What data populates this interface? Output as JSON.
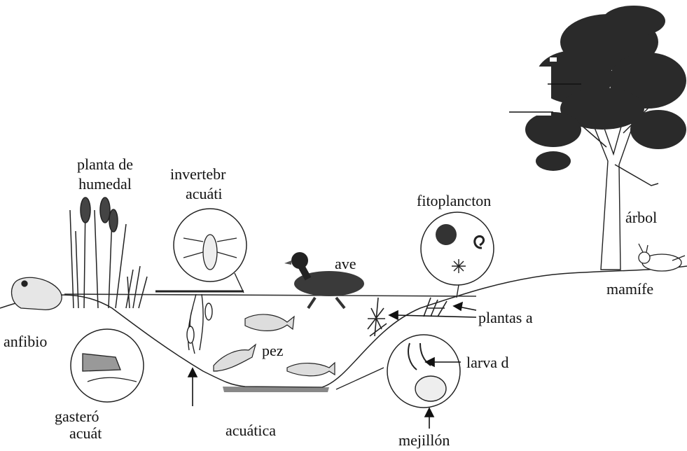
{
  "labels": {
    "planta_humedal_1": "planta de",
    "planta_humedal_2": "humedal",
    "invertebrado_1": "invertebr",
    "invertebrado_2": "acuáti",
    "fitoplancton": "fitoplancton",
    "arbol": "árbol",
    "ave": "ave",
    "mamifero": "mamífe",
    "plantas_acuaticas": "plantas a",
    "anfibio": "anfibio",
    "pez": "pez",
    "larva": "larva d",
    "gasteropodo_1": "gasteró",
    "gasteropodo_2": "acuát",
    "acuatica": "acuática",
    "mejillon": "mejillón"
  },
  "icons": [
    "tree-icon",
    "rabbit-icon",
    "duck-icon",
    "frog-icon",
    "cattail-icon",
    "water-lily-icon",
    "fish-icon",
    "snail-icon",
    "water-bug-icon",
    "phytoplankton-icon",
    "larva-icon",
    "mussel-icon",
    "aquatic-plant-icon"
  ],
  "colors": {
    "ink": "#111111",
    "foliage": "#2a2a2a",
    "water_line": "#333333"
  }
}
